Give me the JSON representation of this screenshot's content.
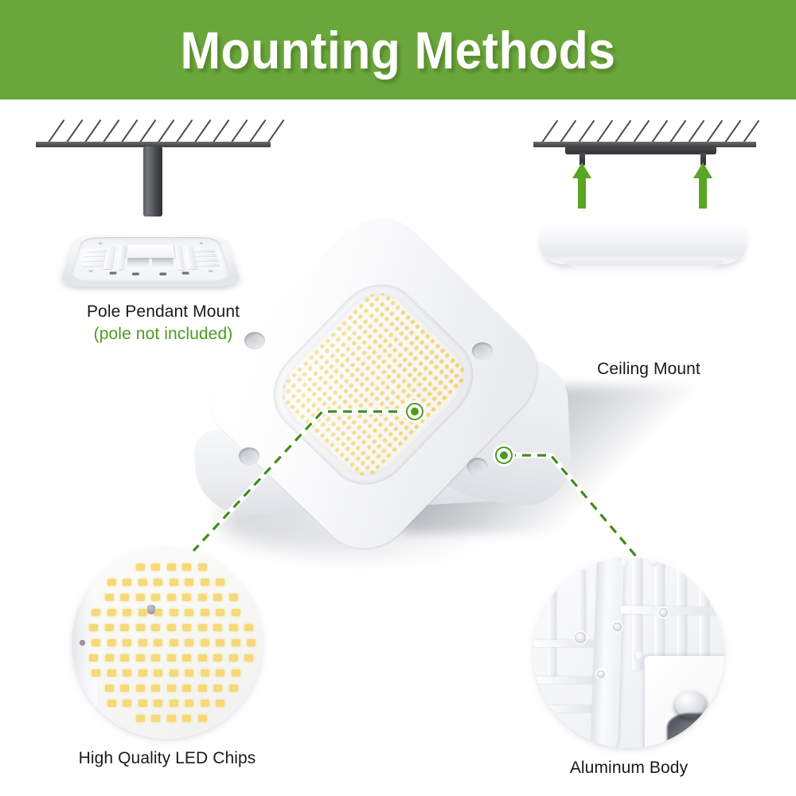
{
  "header": {
    "title": "Mounting Methods",
    "band_color": "#6aa73a",
    "title_color": "#ffffff"
  },
  "theme": {
    "accent_green": "#4e9a1e",
    "banner_green": "#6aa73a",
    "led_yellow": "#f3d26a",
    "ceiling_gray": "#4a4b4e",
    "body_white": "#ffffff"
  },
  "panels": {
    "pole_mount": {
      "caption": "Pole Pendant Mount",
      "subcaption": "(pole not included)",
      "icon": "ceiling-hatch-icon"
    },
    "ceiling_mount": {
      "caption": "Ceiling Mount",
      "icon": "ceiling-hatch-icon",
      "arrow_icon": "arrow-up-icon",
      "arrow_count": 2
    },
    "led_chips": {
      "caption": "High Quality LED Chips",
      "marker_icon": "callout-marker-icon"
    },
    "aluminum_body": {
      "caption": "Aluminum Body",
      "marker_icon": "callout-marker-icon"
    }
  },
  "product": {
    "name": "led-canopy-light",
    "lens_label": "led-lens-panel",
    "bolt_holes": 4
  }
}
